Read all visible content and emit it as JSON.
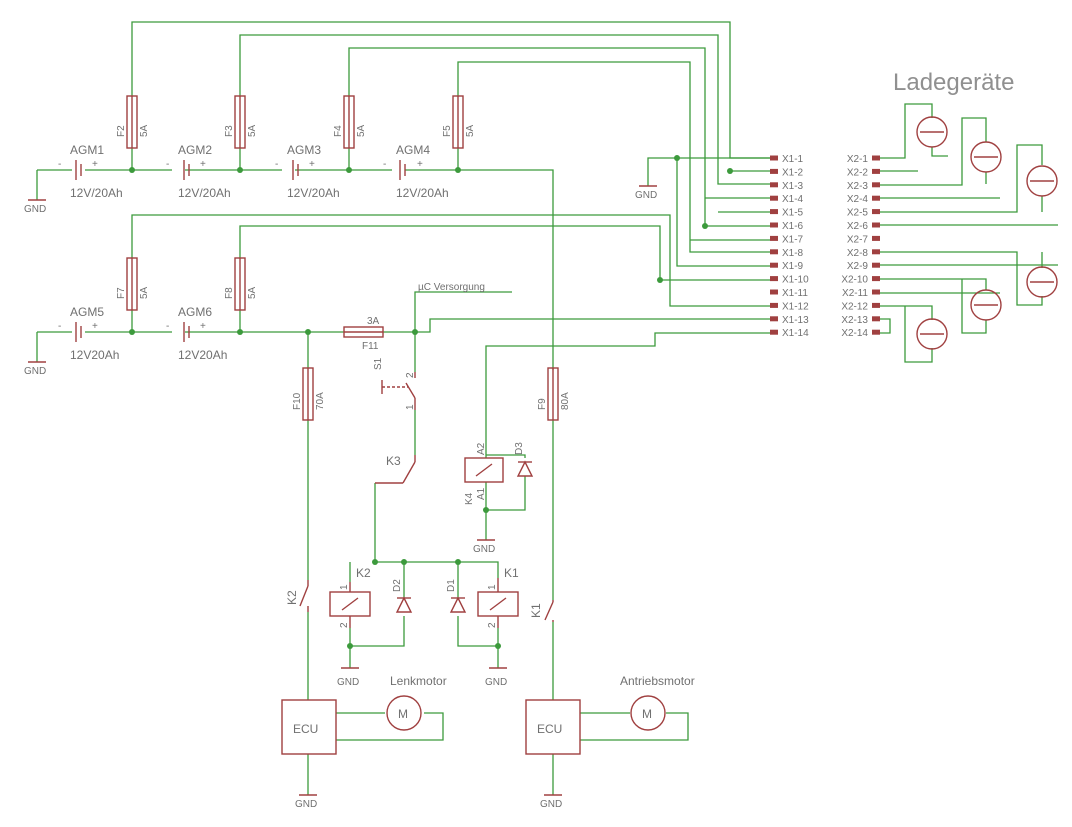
{
  "title": "Ladegeräte",
  "batteries": [
    {
      "name": "AGM1",
      "rating": "12V/20Ah"
    },
    {
      "name": "AGM2",
      "rating": "12V/20Ah"
    },
    {
      "name": "AGM3",
      "rating": "12V/20Ah"
    },
    {
      "name": "AGM4",
      "rating": "12V/20Ah"
    },
    {
      "name": "AGM5",
      "rating": "12V20Ah"
    },
    {
      "name": "AGM6",
      "rating": "12V20Ah"
    }
  ],
  "fuses": [
    {
      "name": "F2",
      "value": "5A"
    },
    {
      "name": "F3",
      "value": "5A"
    },
    {
      "name": "F4",
      "value": "5A"
    },
    {
      "name": "F5",
      "value": "5A"
    },
    {
      "name": "F7",
      "value": "5A"
    },
    {
      "name": "F8",
      "value": "5A"
    },
    {
      "name": "F11",
      "value": "3A"
    },
    {
      "name": "F10",
      "value": "70A"
    },
    {
      "name": "F9",
      "value": "80A"
    }
  ],
  "gnd": "GND",
  "uc_label": "µC Versorgung",
  "switch": {
    "name": "S1",
    "pin1": "1",
    "pin2": "2"
  },
  "relays": {
    "k1": "K1",
    "k2": "K2",
    "k3": "K3",
    "k4": "K4",
    "a1": "A1",
    "a2": "A2",
    "pin1": "1",
    "pin2": "2"
  },
  "diodes": [
    "D1",
    "D2",
    "D3"
  ],
  "connector_x1": [
    "X1-1",
    "X1-2",
    "X1-3",
    "X1-4",
    "X1-5",
    "X1-6",
    "X1-7",
    "X1-8",
    "X1-9",
    "X1-10",
    "X1-11",
    "X1-12",
    "X1-13",
    "X1-14"
  ],
  "connector_x2": [
    "X2-1",
    "X2-2",
    "X2-3",
    "X2-4",
    "X2-5",
    "X2-6",
    "X2-7",
    "X2-8",
    "X2-9",
    "X2-10",
    "X2-11",
    "X2-12",
    "X2-13",
    "X2-14"
  ],
  "ecu": "ECU",
  "motor_symbol": "M",
  "motors": {
    "lenk": "Lenkmotor",
    "antrieb": "Antriebsmotor"
  },
  "polarity": {
    "minus": "-",
    "plus": "+"
  }
}
